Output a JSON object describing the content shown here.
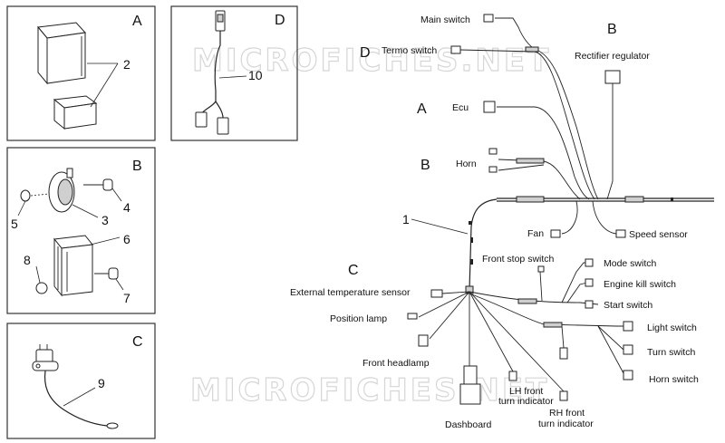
{
  "watermark": "MICROFICHES.NET",
  "panels": {
    "A": {
      "letter": "A",
      "numbers": [
        "2"
      ]
    },
    "B": {
      "letter": "B",
      "numbers": [
        "3",
        "4",
        "5",
        "6",
        "7",
        "8"
      ]
    },
    "C": {
      "letter": "C",
      "numbers": [
        "9"
      ]
    },
    "D": {
      "letter": "D",
      "numbers": [
        "10"
      ]
    }
  },
  "harness": {
    "number": "1",
    "connector_letters": {
      "D": "D",
      "B_top": "B",
      "A": "A",
      "B_horn": "B",
      "C": "C"
    },
    "labels": {
      "main_switch": "Main switch",
      "termo_switch": "Termo switch",
      "rectifier_regulator": "Rectifier regulator",
      "ecu": "Ecu",
      "horn": "Horn",
      "fan": "Fan",
      "speed_sensor": "Speed sensor",
      "front_stop_switch": "Front stop switch",
      "mode_switch": "Mode switch",
      "engine_kill_switch": "Engine kill switch",
      "external_temperature_sensor": "External temperature sensor",
      "start_switch": "Start switch",
      "position_lamp": "Position lamp",
      "light_switch": "Light switch",
      "turn_switch": "Turn switch",
      "front_headlamp": "Front headlamp",
      "horn_switch": "Horn switch",
      "lh_front_1": "LH front",
      "lh_front_2": "turn indicator",
      "rh_front_1": "RH front",
      "rh_front_2": "turn indicator",
      "dashboard": "Dashboard"
    }
  }
}
